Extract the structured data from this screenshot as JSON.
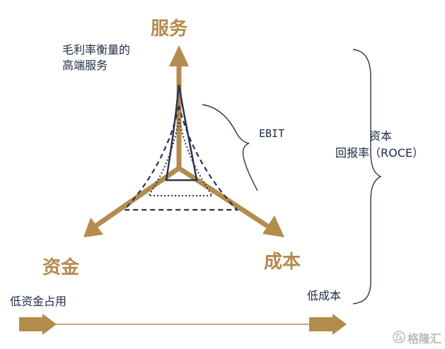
{
  "labels": {
    "service": "服务",
    "capital": "资金",
    "cost": "成本",
    "service_desc_line1": "毛利率衡量的",
    "service_desc_line2": "高端服务",
    "ebit": "EBIT",
    "roce_line1": "资本",
    "roce_line2": "回报率（ROCE）",
    "low_capital": "低资金占用",
    "low_cost": "低成本",
    "watermark": "格隆汇"
  },
  "colors": {
    "gold": "#B38B4D",
    "navy": "#2B3350",
    "watermark": "#BBBBBB"
  }
}
